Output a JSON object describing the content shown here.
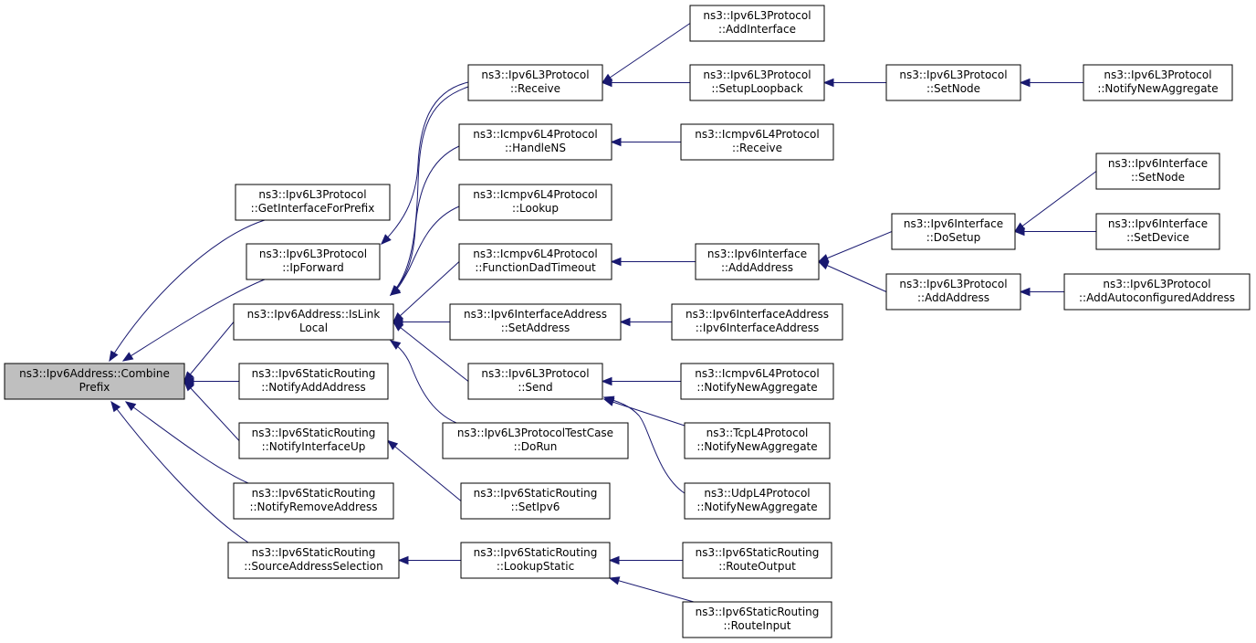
{
  "graph": {
    "edge_color": "#191970",
    "root_fill": "#bfbfbf",
    "nodes": [
      {
        "id": "root",
        "lines": [
          "ns3::Ipv6Address::Combine",
          "Prefix"
        ],
        "root": true
      },
      {
        "id": "getIfForPrefix",
        "lines": [
          "ns3::Ipv6L3Protocol",
          "::GetInterfaceForPrefix"
        ]
      },
      {
        "id": "ipForward",
        "lines": [
          "ns3::Ipv6L3Protocol",
          "::IpForward"
        ]
      },
      {
        "id": "isLinkLocal",
        "lines": [
          "ns3::Ipv6Address::IsLink",
          "Local"
        ]
      },
      {
        "id": "notifyAddAddress",
        "lines": [
          "ns3::Ipv6StaticRouting",
          "::NotifyAddAddress"
        ]
      },
      {
        "id": "notifyIfUp",
        "lines": [
          "ns3::Ipv6StaticRouting",
          "::NotifyInterfaceUp"
        ]
      },
      {
        "id": "notifyRemoveAddress",
        "lines": [
          "ns3::Ipv6StaticRouting",
          "::NotifyRemoveAddress"
        ]
      },
      {
        "id": "sourceAddrSel",
        "lines": [
          "ns3::Ipv6StaticRouting",
          "::SourceAddressSelection"
        ]
      },
      {
        "id": "receive",
        "lines": [
          "ns3::Ipv6L3Protocol",
          "::Receive"
        ]
      },
      {
        "id": "handleNS",
        "lines": [
          "ns3::Icmpv6L4Protocol",
          "::HandleNS"
        ]
      },
      {
        "id": "lookup",
        "lines": [
          "ns3::Icmpv6L4Protocol",
          "::Lookup"
        ]
      },
      {
        "id": "funcDad",
        "lines": [
          "ns3::Icmpv6L4Protocol",
          "::FunctionDadTimeout"
        ]
      },
      {
        "id": "setAddress",
        "lines": [
          "ns3::Ipv6InterfaceAddress",
          "::SetAddress"
        ]
      },
      {
        "id": "send",
        "lines": [
          "ns3::Ipv6L3Protocol",
          "::Send"
        ]
      },
      {
        "id": "doRunTest",
        "lines": [
          "ns3::Ipv6L3ProtocolTestCase",
          "::DoRun"
        ]
      },
      {
        "id": "setIpv6",
        "lines": [
          "ns3::Ipv6StaticRouting",
          "::SetIpv6"
        ]
      },
      {
        "id": "lookupStatic",
        "lines": [
          "ns3::Ipv6StaticRouting",
          "::LookupStatic"
        ]
      },
      {
        "id": "addInterface",
        "lines": [
          "ns3::Ipv6L3Protocol",
          "::AddInterface"
        ]
      },
      {
        "id": "setupLoopback",
        "lines": [
          "ns3::Ipv6L3Protocol",
          "::SetupLoopback"
        ]
      },
      {
        "id": "icmpReceive",
        "lines": [
          "ns3::Icmpv6L4Protocol",
          "::Receive"
        ]
      },
      {
        "id": "ifAddAddress",
        "lines": [
          "ns3::Ipv6Interface",
          "::AddAddress"
        ]
      },
      {
        "id": "ifaCtor",
        "lines": [
          "ns3::Ipv6InterfaceAddress",
          "::Ipv6InterfaceAddress"
        ]
      },
      {
        "id": "icmpNotifyNewAgg",
        "lines": [
          "ns3::Icmpv6L4Protocol",
          "::NotifyNewAggregate"
        ]
      },
      {
        "id": "tcpNotifyNewAgg",
        "lines": [
          "ns3::TcpL4Protocol",
          "::NotifyNewAggregate"
        ]
      },
      {
        "id": "udpNotifyNewAgg",
        "lines": [
          "ns3::UdpL4Protocol",
          "::NotifyNewAggregate"
        ]
      },
      {
        "id": "routeOutput",
        "lines": [
          "ns3::Ipv6StaticRouting",
          "::RouteOutput"
        ]
      },
      {
        "id": "routeInput",
        "lines": [
          "ns3::Ipv6StaticRouting",
          "::RouteInput"
        ]
      },
      {
        "id": "l3SetNode",
        "lines": [
          "ns3::Ipv6L3Protocol",
          "::SetNode"
        ]
      },
      {
        "id": "doSetup",
        "lines": [
          "ns3::Ipv6Interface",
          "::DoSetup"
        ]
      },
      {
        "id": "l3AddAddress",
        "lines": [
          "ns3::Ipv6L3Protocol",
          "::AddAddress"
        ]
      },
      {
        "id": "l3NotifyNewAgg",
        "lines": [
          "ns3::Ipv6L3Protocol",
          "::NotifyNewAggregate"
        ]
      },
      {
        "id": "ifSetNode",
        "lines": [
          "ns3::Ipv6Interface",
          "::SetNode"
        ]
      },
      {
        "id": "ifSetDevice",
        "lines": [
          "ns3::Ipv6Interface",
          "::SetDevice"
        ]
      },
      {
        "id": "addAutoconf",
        "lines": [
          "ns3::Ipv6L3Protocol",
          "::AddAutoconfiguredAddress"
        ]
      }
    ],
    "edges": [
      {
        "from": "getIfForPrefix",
        "to": "root"
      },
      {
        "from": "ipForward",
        "to": "root"
      },
      {
        "from": "isLinkLocal",
        "to": "root"
      },
      {
        "from": "notifyAddAddress",
        "to": "root"
      },
      {
        "from": "notifyIfUp",
        "to": "root"
      },
      {
        "from": "notifyRemoveAddress",
        "to": "root"
      },
      {
        "from": "sourceAddrSel",
        "to": "root"
      },
      {
        "from": "receive",
        "to": "ipForward"
      },
      {
        "from": "receive",
        "to": "isLinkLocal"
      },
      {
        "from": "handleNS",
        "to": "isLinkLocal"
      },
      {
        "from": "lookup",
        "to": "isLinkLocal"
      },
      {
        "from": "funcDad",
        "to": "isLinkLocal"
      },
      {
        "from": "setAddress",
        "to": "isLinkLocal"
      },
      {
        "from": "send",
        "to": "isLinkLocal"
      },
      {
        "from": "doRunTest",
        "to": "isLinkLocal"
      },
      {
        "from": "setIpv6",
        "to": "notifyIfUp"
      },
      {
        "from": "lookupStatic",
        "to": "sourceAddrSel"
      },
      {
        "from": "addInterface",
        "to": "receive"
      },
      {
        "from": "setupLoopback",
        "to": "receive"
      },
      {
        "from": "icmpReceive",
        "to": "handleNS"
      },
      {
        "from": "ifAddAddress",
        "to": "funcDad"
      },
      {
        "from": "ifaCtor",
        "to": "setAddress"
      },
      {
        "from": "icmpNotifyNewAgg",
        "to": "send"
      },
      {
        "from": "tcpNotifyNewAgg",
        "to": "send"
      },
      {
        "from": "udpNotifyNewAgg",
        "to": "send"
      },
      {
        "from": "routeOutput",
        "to": "lookupStatic"
      },
      {
        "from": "routeInput",
        "to": "lookupStatic"
      },
      {
        "from": "l3SetNode",
        "to": "setupLoopback"
      },
      {
        "from": "doSetup",
        "to": "ifAddAddress"
      },
      {
        "from": "l3AddAddress",
        "to": "ifAddAddress"
      },
      {
        "from": "l3NotifyNewAgg",
        "to": "l3SetNode"
      },
      {
        "from": "ifSetNode",
        "to": "doSetup"
      },
      {
        "from": "ifSetDevice",
        "to": "doSetup"
      },
      {
        "from": "addAutoconf",
        "to": "l3AddAddress"
      }
    ]
  }
}
